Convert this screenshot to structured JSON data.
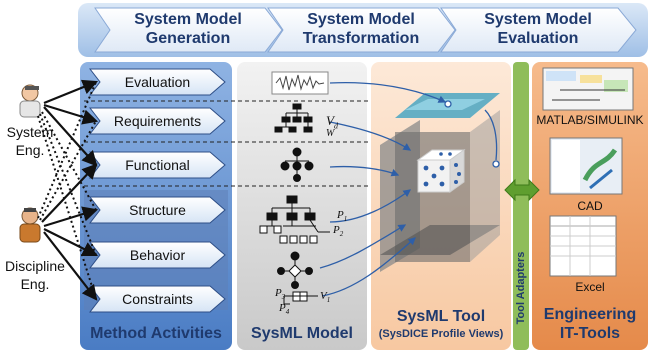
{
  "phases": [
    "System Model\nGeneration",
    "System Model\nTransformation",
    "System Model\nEvaluation"
  ],
  "roles": {
    "system": "System\nEng.",
    "discipline": "Discipline\nEng."
  },
  "activities": [
    "Evaluation",
    "Requirements",
    "Functional",
    "Structure",
    "Behavior",
    "Constraints"
  ],
  "columns": {
    "method": "Method Activities",
    "sysml_model": "SysML Model",
    "sysml_tool": "SysML Tool",
    "sysml_tool_sub": "(SysDICE Profile Views)",
    "adapters": "Tool Adapters",
    "engineering": "Engineering\nIT-Tools"
  },
  "tools": [
    "MATLAB/SIMULINK",
    "CAD",
    "Excel"
  ],
  "symbols": {
    "v_d": "V",
    "v_d_sub": "d",
    "w": "W",
    "p1": "P",
    "p1_sub": "1",
    "p2": "P",
    "p2_sub": "2",
    "p3": "P",
    "p3_sub": "3",
    "p4": "P",
    "p4_sub": "4",
    "v1": "V",
    "v1_sub": "1"
  },
  "colors": {
    "phase_bar": "#a9c6e8",
    "method_col": "#4f81c7",
    "model_col": "#d9d9d9",
    "tool_col": "#fbd5b5",
    "adapter_col": "#8fbd5a",
    "eng_col": "#f0a46a"
  }
}
